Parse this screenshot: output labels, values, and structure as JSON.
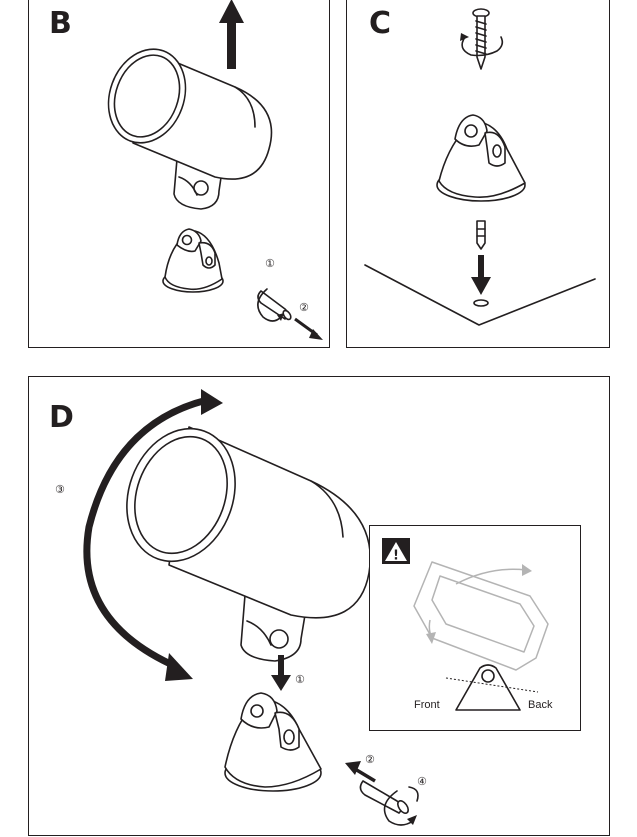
{
  "panels": {
    "b": {
      "letter": "B",
      "steps": [
        "①",
        "②"
      ]
    },
    "c": {
      "letter": "C"
    },
    "d": {
      "letter": "D",
      "steps": [
        "③",
        "①",
        "②",
        "④"
      ],
      "inset": {
        "warning_glyph": "!",
        "front_label": "Front",
        "back_label": "Back"
      }
    }
  },
  "colors": {
    "ink": "#231f20",
    "inset_grey": "#b4b4b4",
    "background": "#ffffff"
  }
}
